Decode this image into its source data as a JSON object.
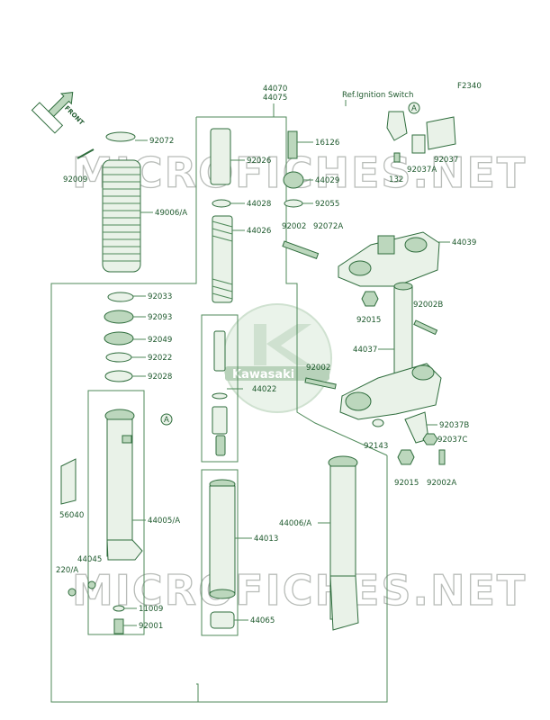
{
  "diagram_code": "F2340",
  "front_label": "FRONT",
  "ref_label": "Ref.Ignition Switch",
  "callout_a": "A",
  "watermark": "MICROFICHES.NET",
  "logo_text": "Kawasaki",
  "parts": {
    "p44070": "44070",
    "p44075": "44075",
    "p92072": "92072",
    "p92009": "92009",
    "p49006a": "49006/A",
    "p92026": "92026",
    "p16126": "16126",
    "p44029": "44029",
    "p44028": "44028",
    "p92055": "92055",
    "p44026": "44026",
    "p92002_top": "92002",
    "p92072a": "92072A",
    "p44039": "44039",
    "p92037": "92037",
    "p92037a": "92037A",
    "p132": "132",
    "p92033": "92033",
    "p92093": "92093",
    "p92049": "92049",
    "p92022": "92022",
    "p92028": "92028",
    "p92015_top": "92015",
    "p92002b": "92002B",
    "p44037": "44037",
    "p92002_mid": "92002",
    "p44022": "44022",
    "p92037b": "92037B",
    "p92143": "92143",
    "p92037c": "92037C",
    "p92015_bot": "92015",
    "p92002a": "92002A",
    "p56040": "56040",
    "p44005a": "44005/A",
    "p44006a": "44006/A",
    "p44013": "44013",
    "p44045": "44045",
    "p220a": "220/A",
    "p11009": "11009",
    "p92001": "92001",
    "p44065": "44065"
  }
}
